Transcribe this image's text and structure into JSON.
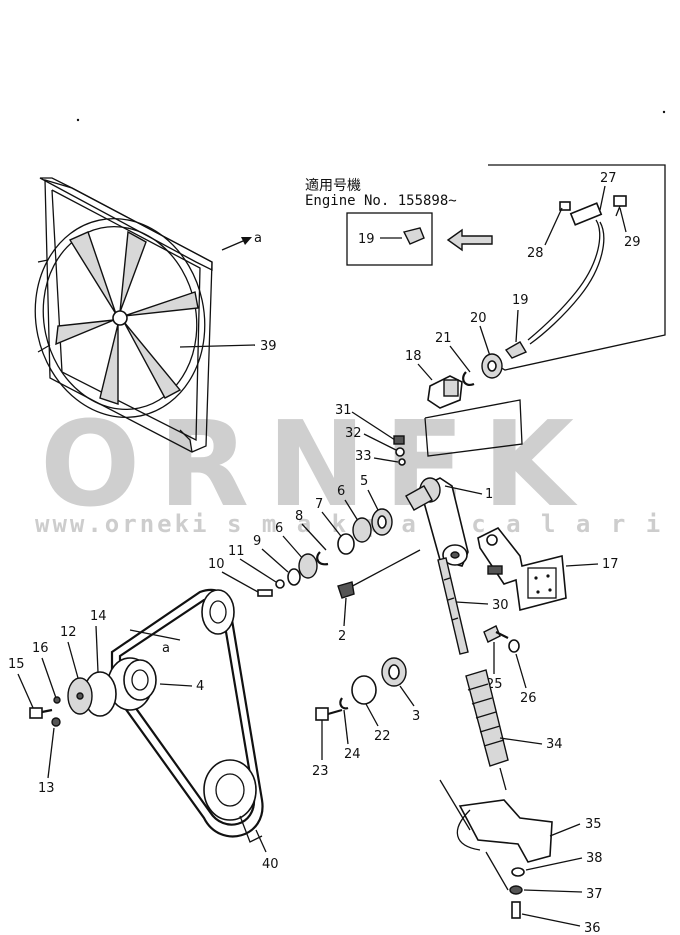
{
  "header": {
    "line1": "適用号機",
    "line2": "Engine  No. 155898~"
  },
  "watermark": {
    "brand": "ORNEK",
    "url": "www.orneki s m a k p a r c a l a r i . c o m . t r"
  },
  "view_marks": {
    "a_top": "a",
    "a_belt": "a"
  },
  "callouts": [
    {
      "id": "c1",
      "text": "1"
    },
    {
      "id": "c2",
      "text": "2"
    },
    {
      "id": "c3",
      "text": "3"
    },
    {
      "id": "c4",
      "text": "4"
    },
    {
      "id": "c5",
      "text": "5"
    },
    {
      "id": "c6a",
      "text": "6"
    },
    {
      "id": "c6b",
      "text": "6"
    },
    {
      "id": "c7",
      "text": "7"
    },
    {
      "id": "c8",
      "text": "8"
    },
    {
      "id": "c9",
      "text": "9"
    },
    {
      "id": "c10",
      "text": "10"
    },
    {
      "id": "c11",
      "text": "11"
    },
    {
      "id": "c12",
      "text": "12"
    },
    {
      "id": "c13",
      "text": "13"
    },
    {
      "id": "c14",
      "text": "14"
    },
    {
      "id": "c15",
      "text": "15"
    },
    {
      "id": "c16",
      "text": "16"
    },
    {
      "id": "c17",
      "text": "17"
    },
    {
      "id": "c18",
      "text": "18"
    },
    {
      "id": "c19a",
      "text": "19"
    },
    {
      "id": "c19b",
      "text": "19"
    },
    {
      "id": "c20",
      "text": "20"
    },
    {
      "id": "c21",
      "text": "21"
    },
    {
      "id": "c22",
      "text": "22"
    },
    {
      "id": "c23",
      "text": "23"
    },
    {
      "id": "c24",
      "text": "24"
    },
    {
      "id": "c25",
      "text": "25"
    },
    {
      "id": "c26",
      "text": "26"
    },
    {
      "id": "c27",
      "text": "27"
    },
    {
      "id": "c28",
      "text": "28"
    },
    {
      "id": "c29",
      "text": "29"
    },
    {
      "id": "c30",
      "text": "30"
    },
    {
      "id": "c31",
      "text": "31"
    },
    {
      "id": "c32",
      "text": "32"
    },
    {
      "id": "c33",
      "text": "33"
    },
    {
      "id": "c34",
      "text": "34"
    },
    {
      "id": "c35",
      "text": "35"
    },
    {
      "id": "c36",
      "text": "36"
    },
    {
      "id": "c37",
      "text": "37"
    },
    {
      "id": "c38",
      "text": "38"
    },
    {
      "id": "c39",
      "text": "39"
    },
    {
      "id": "c40",
      "text": "40"
    }
  ],
  "colors": {
    "ink": "#111111",
    "watermark": "#cfcfcf",
    "background": "#ffffff"
  }
}
